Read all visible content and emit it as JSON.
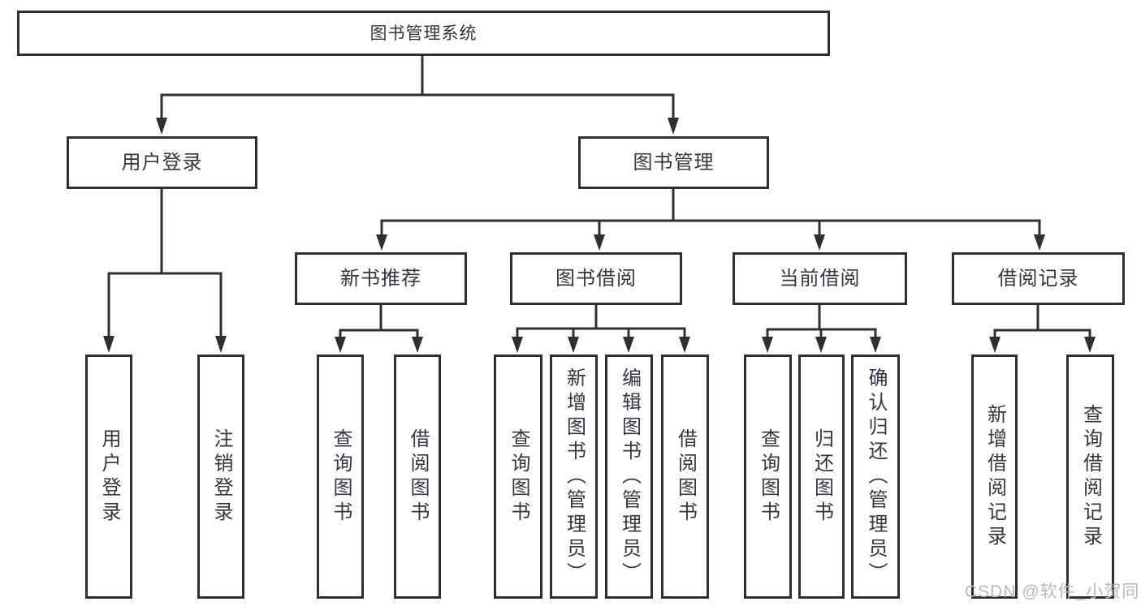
{
  "diagram": {
    "type": "functional-structure-tree",
    "title": "图书管理系统"
  },
  "nodes": {
    "root": {
      "label": "图书管理系统"
    },
    "user_login": {
      "label": "用户登录"
    },
    "book_mgmt": {
      "label": "图书管理"
    },
    "user_login_leaf": {
      "label": "用户登录"
    },
    "logout_leaf": {
      "label": "注销登录"
    },
    "new_book_rec": {
      "label": "新书推荐"
    },
    "book_borrow": {
      "label": "图书借阅"
    },
    "current_borrow": {
      "label": "当前借阅"
    },
    "borrow_records": {
      "label": "借阅记录"
    },
    "nbr_query_books": {
      "label": "查询图书"
    },
    "nbr_borrow_books": {
      "label": "借阅图书"
    },
    "bb_query_books": {
      "label": "查询图书"
    },
    "bb_add_books": {
      "label": "新增图书（管理员）"
    },
    "bb_edit_books": {
      "label": "编辑图书（管理员）"
    },
    "bb_borrow_books": {
      "label": "借阅图书"
    },
    "cb_query_books": {
      "label": "查询图书"
    },
    "cb_return_books": {
      "label": "归还图书"
    },
    "cb_confirm_return": {
      "label": "确认归还（管理员）"
    },
    "br_add_record": {
      "label": "新增借阅记录"
    },
    "br_query_record": {
      "label": "查询借阅记录"
    }
  },
  "hierarchy": {
    "图书管理系统": {
      "用户登录": [
        "用户登录",
        "注销登录"
      ],
      "图书管理": {
        "新书推荐": [
          "查询图书",
          "借阅图书"
        ],
        "图书借阅": [
          "查询图书",
          "新增图书（管理员）",
          "编辑图书（管理员）",
          "借阅图书"
        ],
        "当前借阅": [
          "查询图书",
          "归还图书",
          "确认归还（管理员）"
        ],
        "借阅记录": [
          "新增借阅记录",
          "查询借阅记录"
        ]
      }
    }
  },
  "watermark": {
    "text": "CSDN @软件_小贺同学"
  },
  "colors": {
    "background": "#ffffff",
    "line": "#2f2f2f",
    "node_border": "#2f2f2f",
    "node_fill": "#ffffff",
    "text": "#33373d",
    "watermark": "#b9b9b9"
  }
}
